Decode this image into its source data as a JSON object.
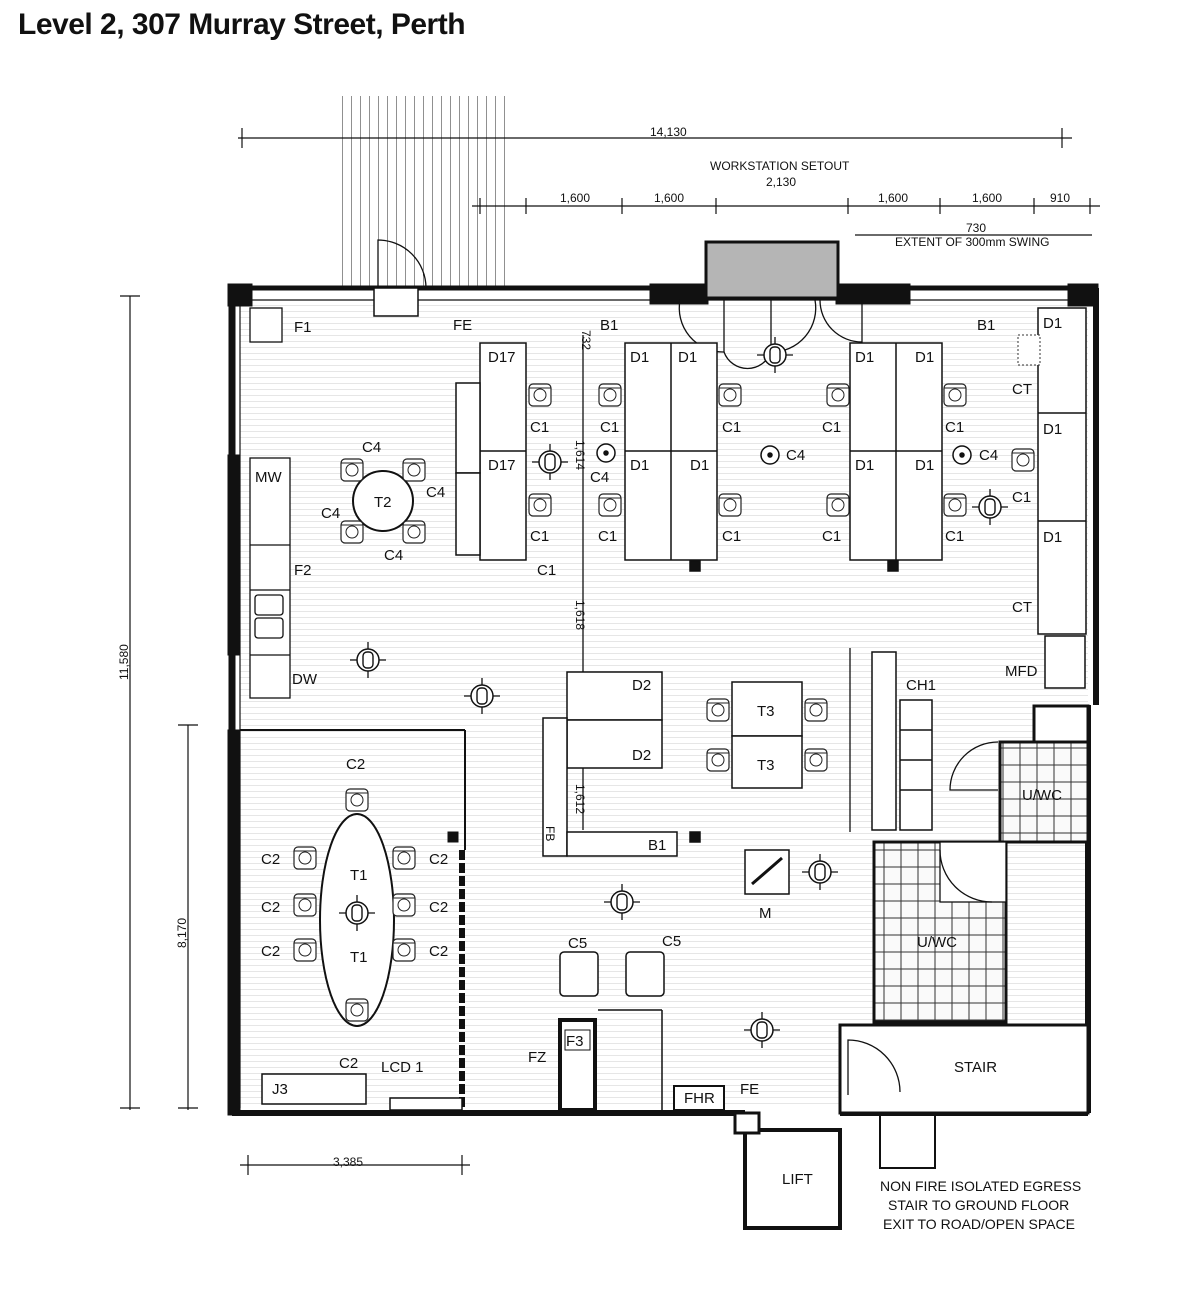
{
  "title": "Level 2, 307 Murray Street, Perth",
  "dimensions": {
    "overall_width": "14,130",
    "workstation_setout_label": "WORKSTATION SETOUT",
    "workstation_setout_value": "2,130",
    "setout_1": "1,600",
    "setout_2": "1,600",
    "setout_3": "1,600",
    "setout_4": "1,600",
    "setout_5": "910",
    "swing_value": "730",
    "swing_label": "EXTENT OF 300mm SWING",
    "overall_height": "11,580",
    "meeting_height": "8,170",
    "meeting_width": "3,385",
    "v_732": "732",
    "v_1614": "1,614",
    "v_1618": "1,618",
    "v_1612": "1,612"
  },
  "labels": {
    "F1": "F1",
    "FE_top": "FE",
    "B1_a": "B1",
    "B1_b": "B1",
    "B1_c": "B1",
    "D17_a": "D17",
    "D17_b": "D17",
    "D1": "D1",
    "C1": "C1",
    "C2": "C2",
    "C4": "C4",
    "C5": "C5",
    "T1": "T1",
    "T2": "T2",
    "T3": "T3",
    "D2": "D2",
    "CT": "CT",
    "MW": "MW",
    "F2": "F2",
    "DW": "DW",
    "MFD": "MFD",
    "CH1": "CH1",
    "UWC": "U/WC",
    "M": "M",
    "FZ": "FZ",
    "F3": "F3",
    "FHR": "FHR",
    "FE_bottom": "FE",
    "LCD1": "LCD 1",
    "J3": "J3",
    "STAIR": "STAIR",
    "LIFT": "LIFT",
    "FB": "FB"
  },
  "notes": {
    "egress_1": "NON FIRE ISOLATED EGRESS",
    "egress_2": "STAIR TO GROUND FLOOR",
    "egress_3": "EXIT TO ROAD/OPEN SPACE"
  }
}
